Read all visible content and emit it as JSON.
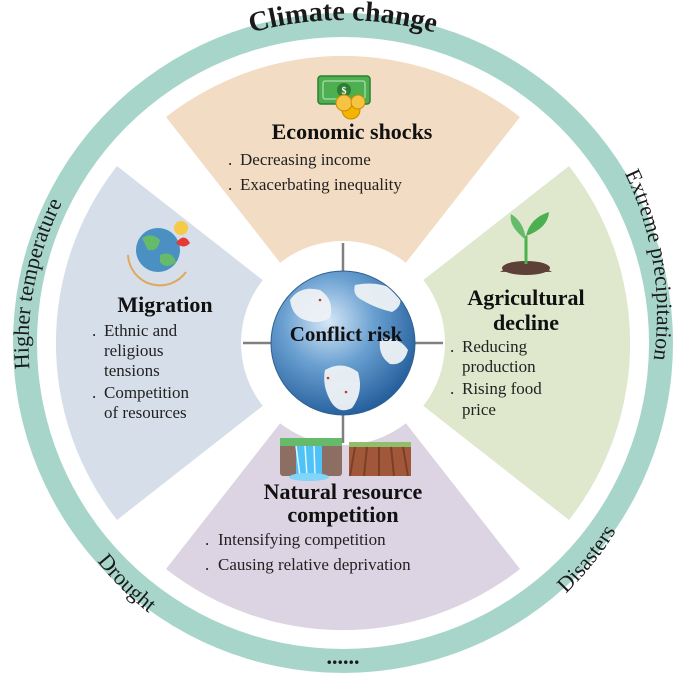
{
  "ring": {
    "top": "Climate change",
    "left": "Higher temperature",
    "right": "Extreme precipitation",
    "bottom_left": "Drought",
    "bottom_right": "Disasters",
    "bottom": "......"
  },
  "center": {
    "label": "Conflict risk"
  },
  "quadrants": {
    "economic": {
      "title": "Economic shocks",
      "bullets": [
        "Decreasing income",
        "Exacerbating  inequality"
      ]
    },
    "agricultural": {
      "title_lines": [
        "Agricultural",
        "decline"
      ],
      "bullets": [
        [
          "Reducing",
          "production"
        ],
        [
          "Rising food",
          "price"
        ]
      ]
    },
    "natural": {
      "title_lines": [
        "Natural resource",
        "competition"
      ],
      "bullets": [
        "Intensifying competition",
        "Causing relative deprivation"
      ]
    },
    "migration": {
      "title": "Migration",
      "bullets": [
        [
          "Ethnic and",
          "religious",
          "tensions"
        ],
        [
          "Competition",
          "of resources"
        ]
      ]
    }
  },
  "colors": {
    "outer_ring": "#a8d5c9",
    "economic": "#f2dcc3",
    "agricultural": "#dfe8cd",
    "natural": "#dcd4e2",
    "migration": "#d6dfe9",
    "divider": "#808080",
    "globe": "#5a90c4"
  },
  "icons": [
    "money-icon",
    "sprout-icon",
    "waterfall-icon",
    "farmland-icon",
    "earth-migration-icon",
    "globe-icon"
  ]
}
